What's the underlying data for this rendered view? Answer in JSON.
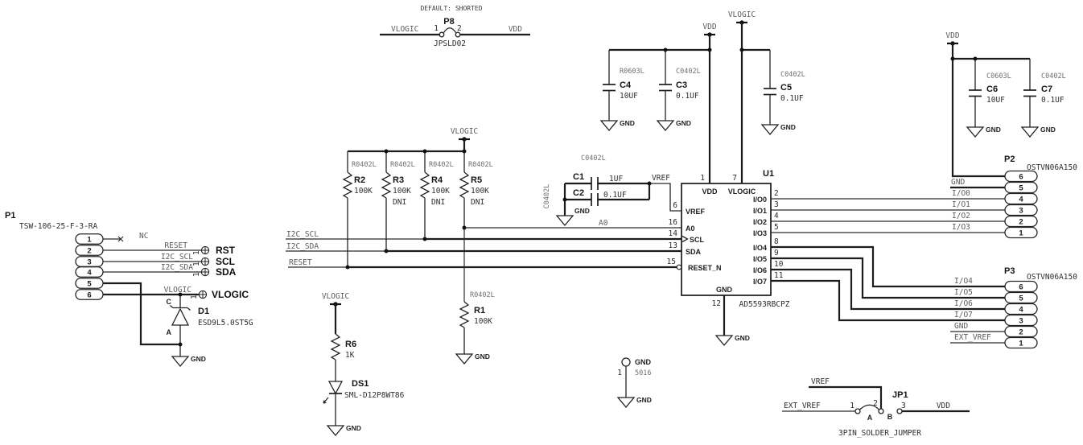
{
  "common": {
    "gnd": "GND",
    "vdd": "VDD",
    "vlogic": "VLOGIC",
    "vref": "VREF",
    "ext_vref": "EXT_VREF",
    "r0402l": "R0402L",
    "r0603l": "R0603L",
    "c0402l": "C0402L",
    "c0603l": "C0603L",
    "v100k": "100K",
    "v1k": "1K",
    "dni": "DNI",
    "v10uf": "10UF",
    "v01uf": "0.1UF",
    "v1uf": "1UF",
    "one": "1"
  },
  "p8": {
    "designator": "P8",
    "note": "DEFAULT: SHORTED",
    "part": "JPSLD02",
    "pin1": "1",
    "pin2": "2"
  },
  "p1": {
    "designator": "P1",
    "part": "TSW-106-25-F-3-RA",
    "pins": [
      "1",
      "2",
      "3",
      "4",
      "5",
      "6"
    ],
    "nc": "NC",
    "net_reset": "RESET",
    "net_scl": "I2C_SCL",
    "net_sda": "I2C_SDA",
    "net_vlogic": "VLOGIC",
    "tp_rst": "RST",
    "tp_scl": "SCL",
    "tp_sda": "SDA",
    "tp_vlogic": "VLOGIC"
  },
  "d1": {
    "designator": "D1",
    "part": "ESD9L5.0ST5G",
    "cathode": "C",
    "anode": "A"
  },
  "r1": {
    "designator": "R1"
  },
  "r2": {
    "designator": "R2"
  },
  "r3": {
    "designator": "R3"
  },
  "r4": {
    "designator": "R4"
  },
  "r5": {
    "designator": "R5"
  },
  "r6": {
    "designator": "R6"
  },
  "ds1": {
    "designator": "DS1",
    "part": "SML-D12P8WT86"
  },
  "nets": {
    "i2c_scl": "I2C_SCL",
    "i2c_sda": "I2C_SDA",
    "reset": "RESET",
    "a0": "A0"
  },
  "c1": {
    "designator": "C1"
  },
  "c2": {
    "designator": "C2"
  },
  "c3": {
    "designator": "C3"
  },
  "c4": {
    "designator": "C4"
  },
  "c5": {
    "designator": "C5"
  },
  "c6": {
    "designator": "C6"
  },
  "c7": {
    "designator": "C7"
  },
  "u1": {
    "designator": "U1",
    "part": "AD5593RBCPZ",
    "pins": {
      "n1": "1",
      "n2": "2",
      "n3": "3",
      "n4": "4",
      "n5": "5",
      "n6": "6",
      "n7": "7",
      "n8": "8",
      "n9": "9",
      "n10": "10",
      "n11": "11",
      "n12": "12",
      "n13": "13",
      "n14": "14",
      "n15": "15",
      "n16": "16"
    },
    "labels": {
      "vdd": "VDD",
      "vlogic": "VLOGIC",
      "vref": "VREF",
      "a0": "A0",
      "scl": "SCL",
      "sda": "SDA",
      "reset_n": "RESET_N",
      "gnd": "GND",
      "io0": "I/O0",
      "io1": "I/O1",
      "io2": "I/O2",
      "io3": "I/O3",
      "io4": "I/O4",
      "io5": "I/O5",
      "io6": "I/O6",
      "io7": "I/O7"
    }
  },
  "p2": {
    "designator": "P2",
    "part": "OSTVN06A150",
    "pins": [
      "6",
      "5",
      "4",
      "3",
      "2",
      "1"
    ],
    "nets": [
      "GND",
      "I/O0",
      "I/O1",
      "I/O2",
      "I/O3"
    ]
  },
  "p3": {
    "designator": "P3",
    "part": "OSTVN06A150",
    "pins": [
      "6",
      "5",
      "4",
      "3",
      "2",
      "1"
    ],
    "nets": [
      "I/O4",
      "I/O5",
      "I/O6",
      "I/O7",
      "GND",
      "EXT_VREF"
    ]
  },
  "tp_gnd": {
    "name": "GND",
    "part": "5016",
    "pin": "1"
  },
  "jp1": {
    "designator": "JP1",
    "part": "3PIN_SOLDER_JUMPER",
    "pin1": "1",
    "pin2": "2",
    "pin3": "3",
    "pos_a": "A",
    "pos_b": "B"
  }
}
